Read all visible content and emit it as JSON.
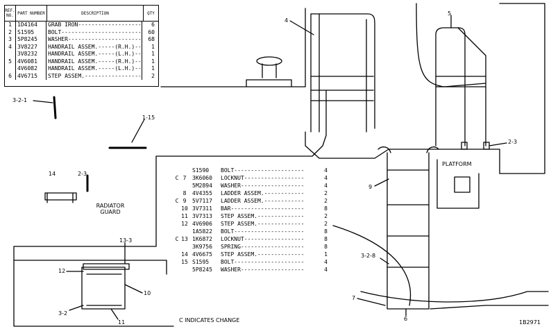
{
  "parts_table_top": {
    "headers": {
      "ref": "REF. NO.",
      "part": "PART NUMBER",
      "desc": "DESCRIPTION",
      "qty": "QTY"
    },
    "rows": [
      {
        "ref": "1",
        "part": "1D4164",
        "desc": "GRAB IRON--------------------",
        "qty": "6"
      },
      {
        "ref": "2",
        "part": "S1595",
        "desc": "BOLT-------------------------",
        "qty": "60"
      },
      {
        "ref": "3",
        "part": "5P8245",
        "desc": "WASHER-----------------------",
        "qty": "68"
      },
      {
        "ref": "4",
        "part": "3V8227",
        "desc": "HANDRAIL ASSEM.-----(R.H.)----",
        "qty": "1"
      },
      {
        "ref": "",
        "part": "3V8232",
        "desc": "HANDRAIL ASSEM.-----(L.H.)----",
        "qty": "1"
      },
      {
        "ref": "5",
        "part": "4V6081",
        "desc": "HANDRAIL ASSEM.-----(R.H.)----",
        "qty": "1"
      },
      {
        "ref": "",
        "part": "4V6082",
        "desc": "HANDRAIL ASSEM.-----(L.H.)----",
        "qty": "1"
      },
      {
        "ref": "6",
        "part": "4V6715",
        "desc": "STEP ASSEM.------------------",
        "qty": "2"
      }
    ]
  },
  "parts_table_bottom": {
    "rows": [
      {
        "change": "",
        "ref": "",
        "part": "S1590",
        "desc": "BOLT---------------------",
        "qty": "4"
      },
      {
        "change": "C",
        "ref": "7",
        "part": "3K6060",
        "desc": "LOCKNUT------------------",
        "qty": "4"
      },
      {
        "change": "",
        "ref": "",
        "part": "5M2894",
        "desc": "WASHER-------------------",
        "qty": "4"
      },
      {
        "change": "",
        "ref": "8",
        "part": "4V4355",
        "desc": "LADDER ASSEM.------------",
        "qty": "2"
      },
      {
        "change": "C",
        "ref": "9",
        "part": "5V7117",
        "desc": "LADDER ASSEM.------------",
        "qty": "2"
      },
      {
        "change": "",
        "ref": "10",
        "part": "3V7311",
        "desc": "BAR----------------------",
        "qty": "8"
      },
      {
        "change": "",
        "ref": "11",
        "part": "3V7313",
        "desc": "STEP ASSEM.--------------",
        "qty": "2"
      },
      {
        "change": "",
        "ref": "12",
        "part": "4V6906",
        "desc": "STEP ASSEM.--------------",
        "qty": "2"
      },
      {
        "change": "",
        "ref": "",
        "part": "1A5822",
        "desc": "BOLT---------------------",
        "qty": "8"
      },
      {
        "change": "C",
        "ref": "13",
        "part": "1K6872",
        "desc": "LOCKNUT------------------",
        "qty": "8"
      },
      {
        "change": "",
        "ref": "",
        "part": "3K9756",
        "desc": "SPRING-------------------",
        "qty": "8"
      },
      {
        "change": "",
        "ref": "14",
        "part": "4V6675",
        "desc": "STEP ASSEM.--------------",
        "qty": "1"
      },
      {
        "change": "",
        "ref": "15",
        "part": "S1595",
        "desc": "BOLT---------------------",
        "qty": "4"
      },
      {
        "change": "",
        "ref": "",
        "part": "5P8245",
        "desc": "WASHER-------------------",
        "qty": "4"
      }
    ],
    "footer": "C INDICATES CHANGE"
  },
  "labels": {
    "radiator_guard": "RADIATOR GUARD",
    "platform": "PLATFORM",
    "drawing_number": "1B2971",
    "callout_4": "4",
    "callout_5": "5",
    "callout_3_2_1": "3-2-1",
    "callout_1_15": "1-15",
    "callout_2_3_right": "2-3",
    "callout_14": "14",
    "callout_2_3_left": "2-3",
    "callout_9": "9",
    "callout_13_3": "13-3",
    "callout_12": "12",
    "callout_10": "10",
    "callout_3_2": "3-2",
    "callout_11": "11",
    "callout_3_2_8": "3-2-8",
    "callout_7": "7",
    "callout_6": "6"
  }
}
